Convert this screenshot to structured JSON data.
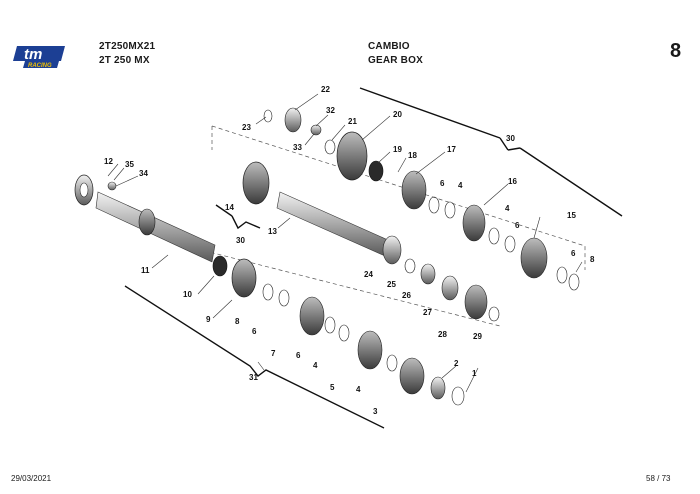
{
  "header": {
    "model_code": "2T250MX21",
    "model_name": "2T 250 MX",
    "section_title_it": "CAMBIO",
    "section_title_en": "GEAR BOX",
    "section_number": "8"
  },
  "logo": {
    "text": "tm",
    "subtext": "RACING"
  },
  "footer": {
    "date": "29/03/2021",
    "page": "58 / 73"
  },
  "diagram": {
    "part_labels": [
      "1",
      "2",
      "3",
      "4",
      "4",
      "4",
      "4",
      "5",
      "6",
      "6",
      "6",
      "6",
      "6",
      "7",
      "8",
      "8",
      "9",
      "10",
      "11",
      "12",
      "13",
      "14",
      "15",
      "16",
      "17",
      "18",
      "19",
      "20",
      "21",
      "22",
      "23",
      "24",
      "25",
      "26",
      "27",
      "28",
      "29",
      "30",
      "30",
      "31",
      "32",
      "33",
      "34",
      "35"
    ]
  }
}
